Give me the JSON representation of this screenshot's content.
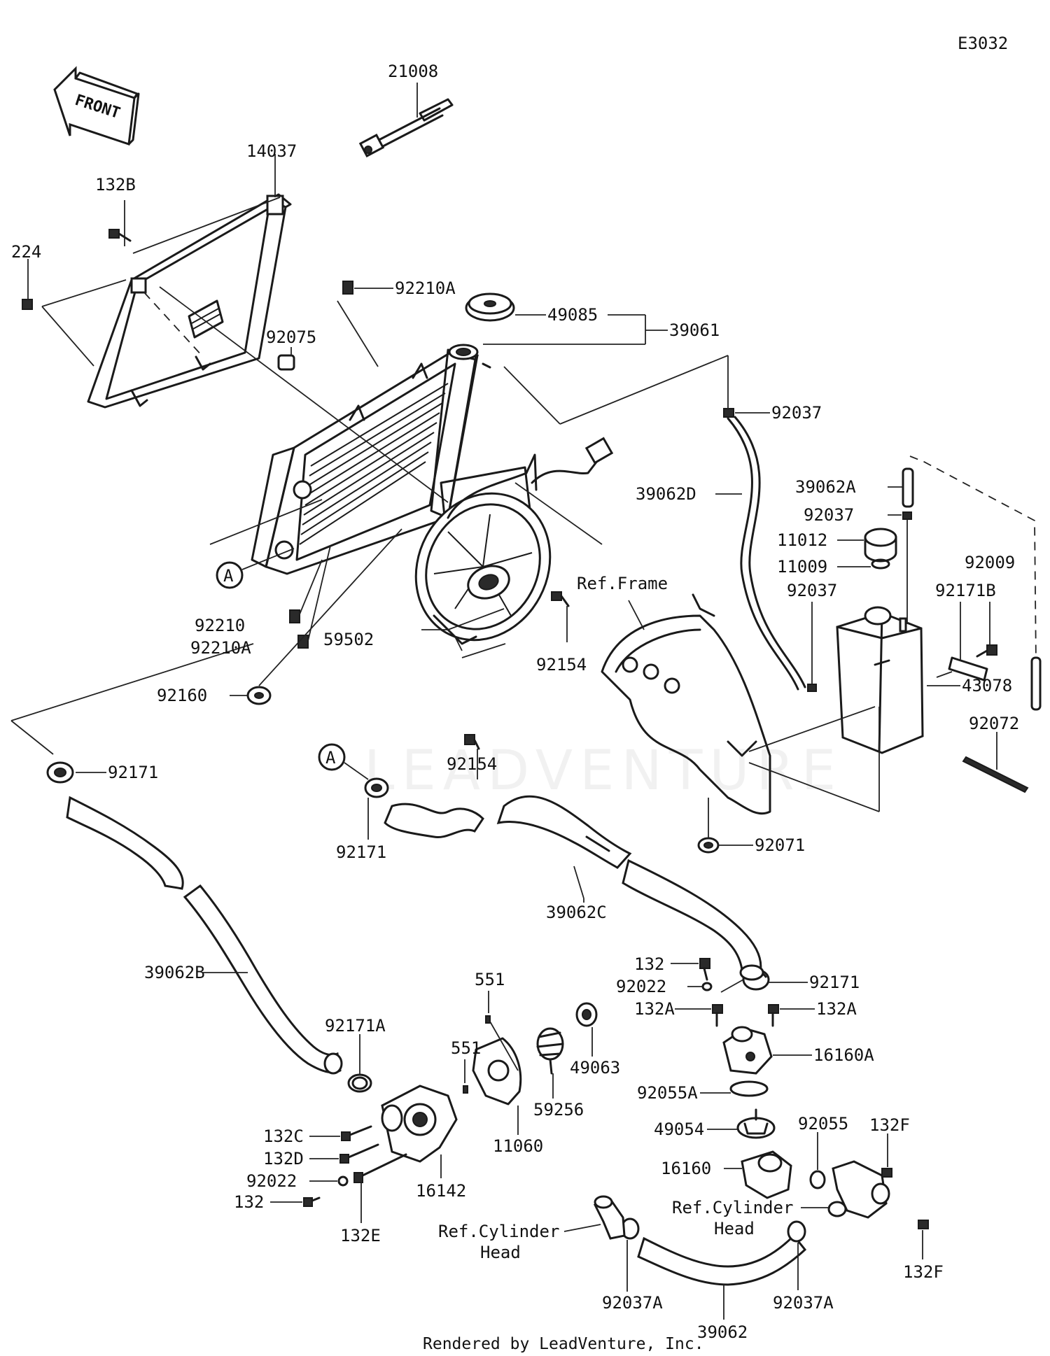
{
  "diagram_id": "E3032",
  "front_arrow_label": "FRONT",
  "footer": "Rendered by LeadVenture, Inc.",
  "watermark": "LEADVENTURE",
  "callouts": {
    "section_a_top": "A",
    "section_a_bottom": "A",
    "p21008": "21008",
    "p14037": "14037",
    "p132B": "132B",
    "p224": "224",
    "p92210A_top": "92210A",
    "p49085": "49085",
    "p39061": "39061",
    "p92075": "92075",
    "p92037_top": "92037",
    "p39062D": "39062D",
    "p39062A": "39062A",
    "p92037_mid": "92037",
    "p11012": "11012",
    "p11009": "11009",
    "p92037_low": "92037",
    "p92171B": "92171B",
    "p92009": "92009",
    "p43078": "43078",
    "p92072": "92072",
    "ref_frame": "Ref.Frame",
    "p92210": "92210",
    "p92210A_low": "92210A",
    "p92160": "92160",
    "p59502": "59502",
    "p92154_a": "92154",
    "p92154_b": "92154",
    "p92171_left": "92171",
    "p92171_mid": "92171",
    "p92071": "92071",
    "p39062C": "39062C",
    "p39062B": "39062B",
    "p132_right": "132",
    "p92022_right": "92022",
    "p132A_left": "132A",
    "p132A_right": "132A",
    "p92171_right": "92171",
    "p16160A": "16160A",
    "p92055A": "92055A",
    "p49054": "49054",
    "p92055": "92055",
    "p132F_top": "132F",
    "p16160": "16160",
    "ref_cyl_head_right_1": "Ref.Cylinder",
    "ref_cyl_head_right_2": "Head",
    "p132F_bottom": "132F",
    "p92037A_right": "92037A",
    "p39062": "39062",
    "p92037A_left": "92037A",
    "ref_cyl_head_left_1": "Ref.Cylinder",
    "ref_cyl_head_left_2": "Head",
    "p92171A": "92171A",
    "p551_top": "551",
    "p551_mid": "551",
    "p59256": "59256",
    "p49063": "49063",
    "p11060": "11060",
    "p132C": "132C",
    "p132D": "132D",
    "p92022_left": "92022",
    "p132_left": "132",
    "p16142": "16142",
    "p132E": "132E"
  }
}
